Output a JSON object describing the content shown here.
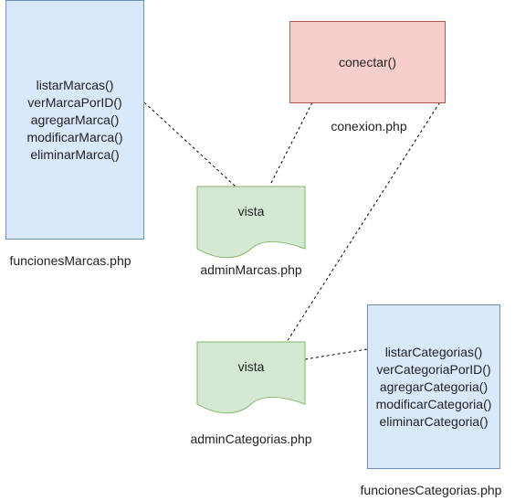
{
  "colors": {
    "blue_fill": "#dae8fc",
    "blue_stroke": "#6c8ebf",
    "red_fill": "#f8cecc",
    "red_stroke": "#b85450",
    "green_fill": "#d5e8d4",
    "green_stroke": "#82b366"
  },
  "funciones_marcas": {
    "label": "funcionesMarcas.php",
    "functions": [
      "listarMarcas()",
      "verMarcaPorID()",
      "agregarMarca()",
      "modificarMarca()",
      "eliminarMarca()"
    ]
  },
  "conexion": {
    "label": "conexion.php",
    "function": "conectar()"
  },
  "admin_marcas": {
    "label": "adminMarcas.php",
    "text": "vista"
  },
  "admin_categorias": {
    "label": "adminCategorias.php",
    "text": "vista"
  },
  "funciones_categorias": {
    "label": "funcionesCategorias.php",
    "functions": [
      "listarCategorias()",
      "verCategoriaPorID()",
      "agregarCategoria()",
      "modificarCategoria()",
      "eliminarCategoria()"
    ]
  }
}
